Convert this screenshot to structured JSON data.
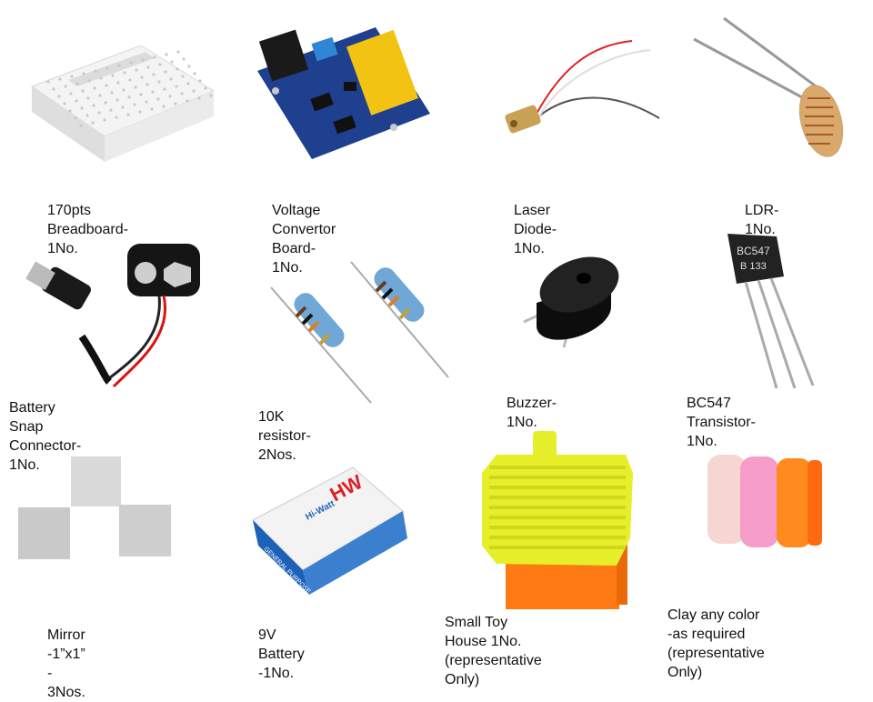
{
  "items": [
    {
      "label": "170pts Breadboard-1No.",
      "icon": "breadboard"
    },
    {
      "label": "Voltage Convertor\nBoard-1No.",
      "icon": "voltage-converter-board"
    },
    {
      "label": "Laser Diode-1No.",
      "icon": "laser-diode"
    },
    {
      "label": "LDR-1No.",
      "icon": "ldr"
    },
    {
      "label": "Battery Snap\nConnector-1No.",
      "icon": "battery-snap-connector"
    },
    {
      "label": "10K resistor-2Nos.",
      "icon": "resistor"
    },
    {
      "label": "Buzzer-1No.",
      "icon": "buzzer"
    },
    {
      "label": "BC547 Transistor-1No.",
      "icon": "transistor"
    },
    {
      "label": "Mirror -1”x1”  - 3Nos.",
      "icon": "mirror"
    },
    {
      "label": "9V Battery -1No.",
      "icon": "9v-battery"
    },
    {
      "label": "Small Toy House 1No.\n(representative Only)",
      "icon": "toy-house"
    },
    {
      "label": "Clay any color -as required\n(representative Only)",
      "icon": "clay"
    }
  ],
  "markings": {
    "transistor_top": "BC547",
    "transistor_bottom": "B 133",
    "battery_brand": "HW",
    "battery_brand_name": "Hi-Watt",
    "battery_purpose": "GENERAL PURPOSE"
  },
  "colors": {
    "pcb_blue": "#1f3f8f",
    "header_yellow": "#f2c313",
    "resistor_body": "#6fa8d6",
    "toy_roof": "#e6ef2a",
    "toy_base": "#ff7a12",
    "battery_blue": "#1d62b8"
  }
}
